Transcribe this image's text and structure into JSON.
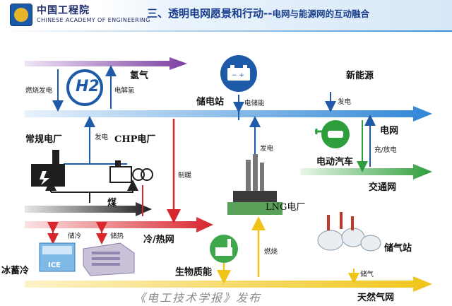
{
  "header": {
    "org_name_cn": "中国工程院",
    "org_name_en": "CHINESE ACADEMY OF ENGINEERING",
    "title_main": "三、透明电网愿景和行动--",
    "title_sub": "电网与能源网的互动融合"
  },
  "nodes": {
    "hydrogen": "氢气",
    "storage_station": "储电站",
    "new_energy": "新能源",
    "conventional_plant": "常规电厂",
    "chp_plant": "CHP电厂",
    "grid": "电网",
    "ev": "电动汽车",
    "transport_net": "交通网",
    "coal": "煤",
    "heat_net": "冷/热网",
    "lng_plant": "LNG电厂",
    "gas_storage": "储气站",
    "ice_storage": "冰蓄冷",
    "biomass": "生物质能",
    "gas_net": "天然气网"
  },
  "flows": {
    "burn_generate": "燃烧发电",
    "electrolysis": "电解氢",
    "elec_storage": "电储能",
    "generate_new": "发电",
    "generate_chp": "发电",
    "heating": "制暖",
    "generate_lng": "发电",
    "charge_discharge": "充/放电",
    "cold_storage": "储冷",
    "heat_storage": "储热",
    "burning": "燃烧",
    "gas_store": "储气"
  },
  "icons": {
    "h2_label": "H2",
    "ice_label": "ICE"
  },
  "footer": {
    "publisher": "《电工技术学报》发布"
  },
  "colors": {
    "purple": "#8e5bb0",
    "electric_blue": "#3a8fd8",
    "green": "#3fa84a",
    "dark_gray": "#2b2b2b",
    "heat_red": "#d8262e",
    "gas_yellow": "#f2c81a",
    "navy": "#1e5aa8"
  }
}
